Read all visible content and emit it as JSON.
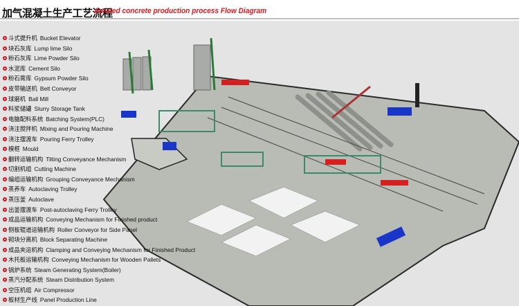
{
  "header": {
    "title_cn": "加气混凝土生产工艺流程",
    "title_en": "Aerated concrete production process Flow Diagram"
  },
  "legend": [
    {
      "cn": "斗式提升机",
      "en": "Bucket Elevator"
    },
    {
      "cn": "块石灰库",
      "en": "Lump lime Silo"
    },
    {
      "cn": "粉石灰库",
      "en": "Lime Powder Silo"
    },
    {
      "cn": "水泥库",
      "en": "Cement Silo"
    },
    {
      "cn": "粉石膏库",
      "en": "Gypsum Powder Silo"
    },
    {
      "cn": "皮带输送机",
      "en": "Belt Conveyor"
    },
    {
      "cn": "球磨机",
      "en": "Ball Mill"
    },
    {
      "cn": "料浆储罐",
      "en": "Slurry Storage Tank"
    },
    {
      "cn": "电脑配料系统",
      "en": "Batching System(PLC)"
    },
    {
      "cn": "浇注搅拌机",
      "en": "Mixing and Pouring Machine"
    },
    {
      "cn": "浇注摆渡车",
      "en": "Pouring Ferry Trolley"
    },
    {
      "cn": "模框",
      "en": "Mould"
    },
    {
      "cn": "翻转运输机构",
      "en": "Tilting Conveyance Mechanism"
    },
    {
      "cn": "切割机组",
      "en": "Cutting Machine"
    },
    {
      "cn": "编组运输机构",
      "en": "Grouping Conveyance Mechanism"
    },
    {
      "cn": "蒸养车",
      "en": "Autoclaving Trolley"
    },
    {
      "cn": "蒸压釜",
      "en": "Autoclave"
    },
    {
      "cn": "出釜摆渡车",
      "en": "Post-autoclaving Ferry Trolley"
    },
    {
      "cn": "成品运输机构",
      "en": "Conveying Mechanism for Finished product"
    },
    {
      "cn": "侧板辊道运输机构",
      "en": "Roller Conveyor for Side Panel"
    },
    {
      "cn": "砌块分离机",
      "en": "Block Separating Machine"
    },
    {
      "cn": "成品夹运机构",
      "en": "Clamping and Conveying Mechanism for Finished Product"
    },
    {
      "cn": "木托板运输机构",
      "en": "Conveying Mechanism for Wooden Pallets"
    },
    {
      "cn": "锅炉系统",
      "en": "Steam Generating System(Boiler)"
    },
    {
      "cn": "蒸汽分配系统",
      "en": "Steam Distribution System"
    },
    {
      "cn": "空压机组",
      "en": "Air Compressor"
    },
    {
      "cn": "板材生产线",
      "en": "Panel Production Line"
    }
  ],
  "colors": {
    "accent": "#e8141c",
    "floor": "#b8bab4",
    "machine_green": "#3c8a6a",
    "machine_blue": "#1a36c8",
    "machine_red": "#d42020"
  }
}
